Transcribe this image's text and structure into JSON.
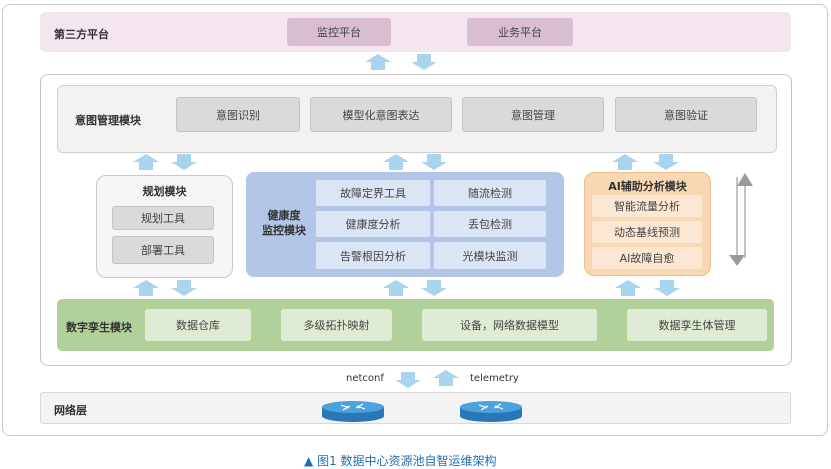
{
  "third_party": {
    "label": "第三方平台",
    "items": [
      "监控平台",
      "业务平台"
    ]
  },
  "intent": {
    "label": "意图管理模块",
    "items": [
      "意图识别",
      "模型化意图表达",
      "意图管理",
      "意图验证"
    ]
  },
  "planning": {
    "label": "规划模块",
    "items": [
      "规划工具",
      "部署工具"
    ]
  },
  "health": {
    "label_line1": "健康度",
    "label_line2": "监控模块",
    "items": [
      "故障定界工具",
      "随流检测",
      "健康度分析",
      "丢包检测",
      "告警根因分析",
      "光模块监测"
    ]
  },
  "ai": {
    "label": "AI辅助分析模块",
    "items": [
      "智能流量分析",
      "动态基线预测",
      "AI故障自愈"
    ]
  },
  "twin": {
    "label": "数字孪生模块",
    "items": [
      "数据仓库",
      "多级拓扑映射",
      "设备，网络数据模型",
      "数据孪生体管理"
    ]
  },
  "protocols": {
    "down": "netconf",
    "up": "telemetry"
  },
  "network": {
    "label": "网络层"
  },
  "caption": {
    "marker": "▲",
    "text": "图1  数据中心资源池自智运维架构"
  },
  "colors": {
    "arrow": "#a9d4ee",
    "third_party_bg": "#f3e6ef",
    "health_bg": "#b4c6e7",
    "ai_bg": "#f9d7b3",
    "twin_bg": "#b2d19a",
    "router": "#3f93d1",
    "caption": "#1e6fb5"
  },
  "icons": [
    "arrow-up-icon",
    "arrow-down-icon",
    "router-icon",
    "vertical-double-arrow-icon"
  ]
}
